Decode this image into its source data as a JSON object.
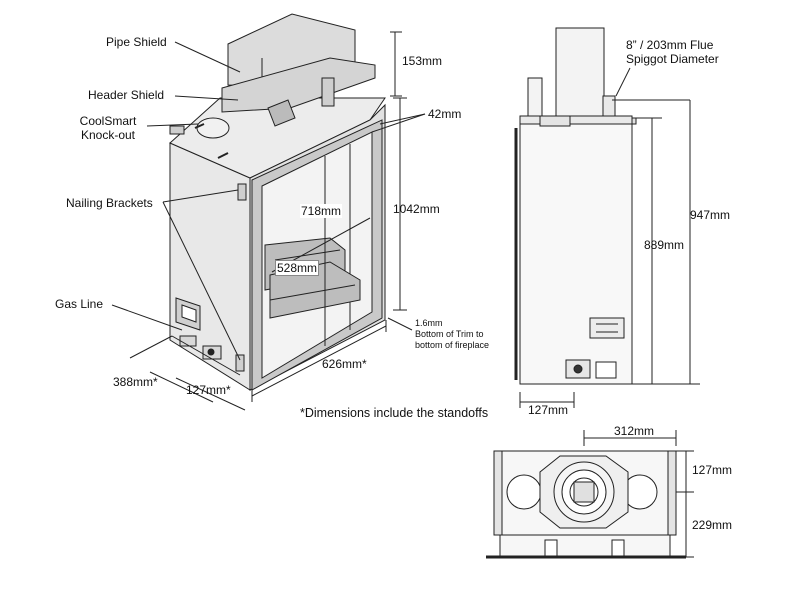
{
  "labels": {
    "pipe_shield": "Pipe Shield",
    "header_shield": "Header Shield",
    "coolsmart_line1": "CoolSmart",
    "coolsmart_line2": "Knock-out",
    "nailing_brackets": "Nailing Brackets",
    "gas_line": "Gas Line",
    "flue_line1": "8” / 203mm Flue",
    "flue_line2": "Spiggot Diameter",
    "trim_line1": "1.6mm",
    "trim_line2": "Bottom of Trim to",
    "trim_line3": "bottom of fireplace",
    "footnote": "*Dimensions include the standoffs"
  },
  "dimensions": {
    "d153": "153mm",
    "d42": "42mm",
    "d1042": "1042mm",
    "d718": "718mm",
    "d528": "528mm",
    "d626": "626mm*",
    "d388": "388mm*",
    "d127a": "127mm*",
    "d947": "947mm",
    "d889": "889mm",
    "d127b": "127mm",
    "d312": "312mm",
    "d127c": "127mm",
    "d229": "229mm"
  },
  "colors": {
    "line": "#222222",
    "body_fill": "#e6e6e6",
    "shield_fill": "#d8d8d8",
    "frame_fill": "#cfcfcf",
    "glass_fill": "#f4f4f4"
  }
}
